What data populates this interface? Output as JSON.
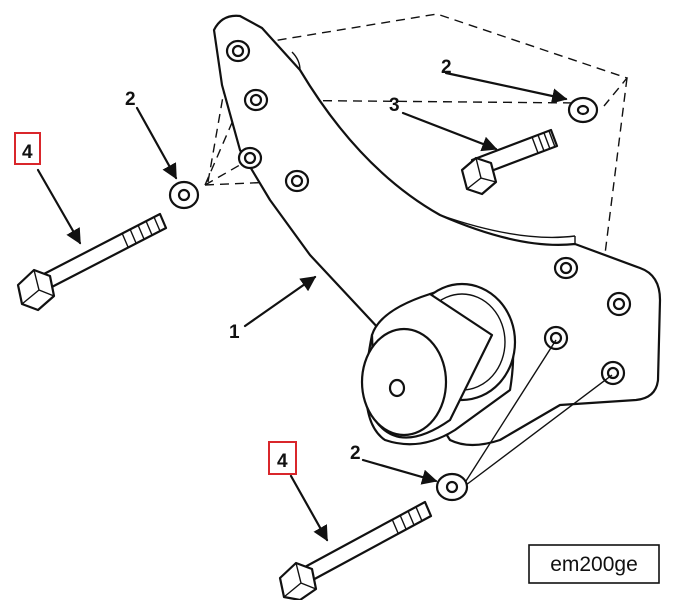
{
  "figure_id": "em200ge",
  "callouts": {
    "bracket": "1",
    "washer_upper": "2",
    "washer_left": "2",
    "washer_lower": "2",
    "bolt_upper": "3",
    "bolt_left": "4",
    "bolt_lower": "4"
  },
  "highlight_color": "#d9262b"
}
